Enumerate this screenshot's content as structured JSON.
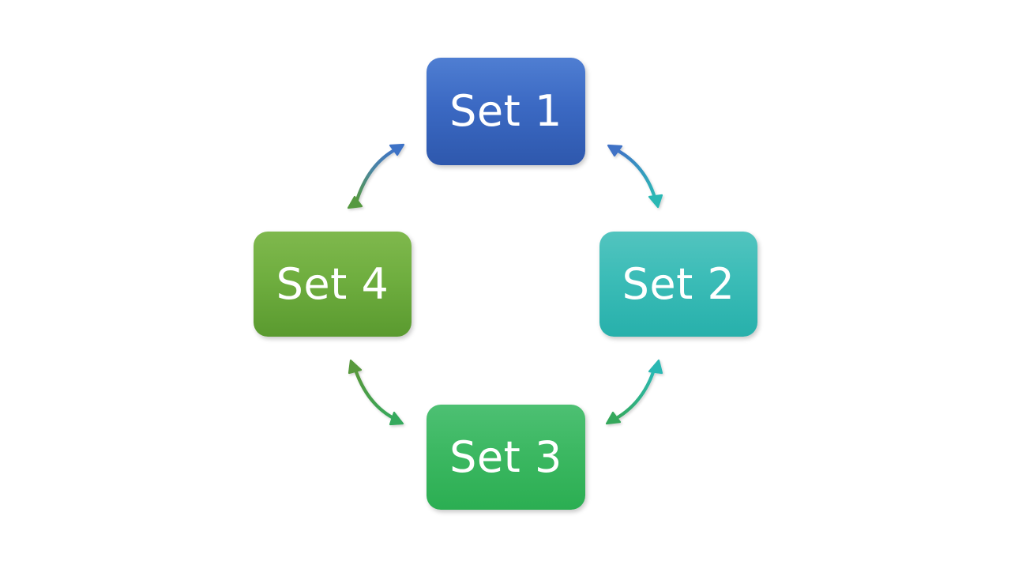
{
  "diagram": {
    "type": "cycle-diagram",
    "title": "",
    "background_color": "#ffffff",
    "nodes": [
      {
        "id": "set1",
        "label": "Set 1",
        "position": "top",
        "color_top": "#4f7ed2",
        "color_bottom": "#2e58ad",
        "text_color": "#ffffff"
      },
      {
        "id": "set2",
        "label": "Set 2",
        "position": "right",
        "color_top": "#52c4bf",
        "color_bottom": "#27b0ab",
        "text_color": "#ffffff"
      },
      {
        "id": "set3",
        "label": "Set 3",
        "position": "bottom",
        "color_top": "#4dc073",
        "color_bottom": "#2bae52",
        "text_color": "#ffffff"
      },
      {
        "id": "set4",
        "label": "Set 4",
        "position": "left",
        "color_top": "#7fb84d",
        "color_bottom": "#5a9a2f",
        "text_color": "#ffffff"
      }
    ],
    "connectors": [
      {
        "id": "set4-set1",
        "from": "set4",
        "to": "set1",
        "bidirectional": true,
        "color_from": "#5a9a44",
        "color_to": "#3f72c4"
      },
      {
        "id": "set1-set2",
        "from": "set1",
        "to": "set2",
        "bidirectional": true,
        "color_from": "#3f72c4",
        "color_to": "#2fb6b2"
      },
      {
        "id": "set2-set3",
        "from": "set2",
        "to": "set3",
        "bidirectional": true,
        "color_from": "#2fb6b2",
        "color_to": "#35a95c"
      },
      {
        "id": "set3-set4",
        "from": "set3",
        "to": "set4",
        "bidirectional": true,
        "color_from": "#35a95c",
        "color_to": "#56993a"
      }
    ]
  }
}
